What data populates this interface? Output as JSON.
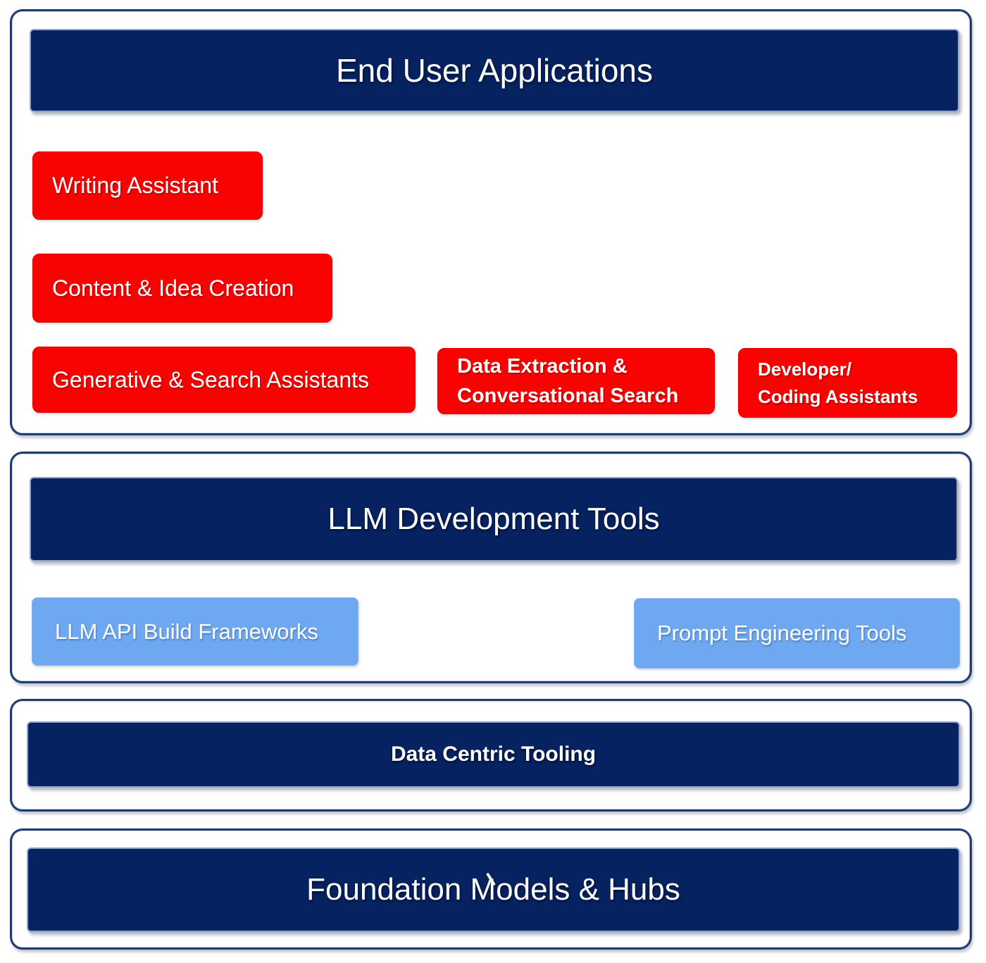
{
  "colors": {
    "navy": "#062260",
    "red": "#fb0202",
    "light_blue": "#6ea8f0",
    "border_navy": "#1f3c70",
    "text": "#ffffff",
    "background": "#ffffff"
  },
  "sections": {
    "end_user_applications": {
      "title": "End User Applications",
      "items": {
        "writing_assistant": "Writing Assistant",
        "content_idea_creation": "Content & Idea Creation",
        "generative_search_assistants": "Generative & Search Assistants",
        "data_extraction_line1": "Data Extraction &",
        "data_extraction_line2": "Conversational Search",
        "developer_line1": "Developer/",
        "developer_line2": "Coding Assistants"
      }
    },
    "llm_development_tools": {
      "title": "LLM Development Tools",
      "items": {
        "llm_api_build_frameworks": "LLM API Build Frameworks",
        "prompt_engineering_tools": "Prompt Engineering Tools"
      }
    },
    "data_centric_tooling": {
      "title": "Data Centric Tooling"
    },
    "foundation_models_hubs": {
      "title": "Foundation Models & Hubs"
    }
  }
}
